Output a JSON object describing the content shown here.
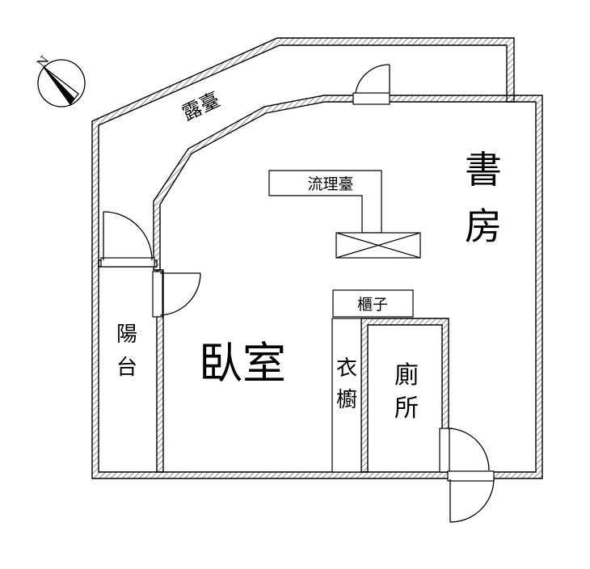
{
  "labels": {
    "terrace": "露臺",
    "study_line1": "書",
    "study_line2": "房",
    "sink": "流理臺",
    "cabinet": "櫃子",
    "balcony_line1": "陽",
    "balcony_line2": "台",
    "bedroom": "臥室",
    "wardrobe_line1": "衣",
    "wardrobe_line2": "櫥",
    "toilet_line1": "廁",
    "toilet_line2": "所"
  },
  "compass": {
    "letter": "N"
  },
  "colors": {
    "wall": "#000000",
    "hatch": "#555555",
    "background": "#ffffff"
  }
}
